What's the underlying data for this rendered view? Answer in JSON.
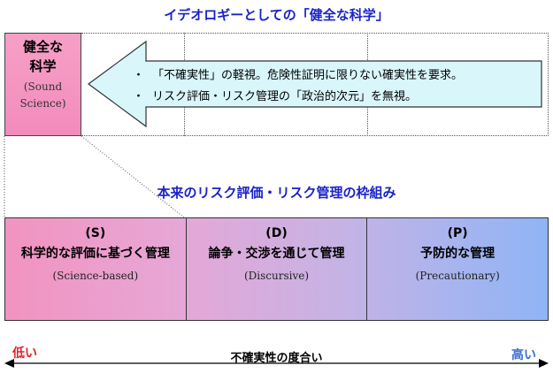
{
  "title_top": "イデオロギーとしての「健全な科学」",
  "title_mid": "本来のリスク評価・リスク管理の枠組み",
  "sound_science": {
    "line1": "健全な",
    "line2": "科学",
    "en1": "(Sound",
    "en2": "Science)"
  },
  "arrow": {
    "bullet_symbol": "・",
    "bullets": [
      "「不確実性」の軽視。危険性証明に限りない確実性を要求。",
      "リスク評価・リスク管理の「政治的次元」を無視。"
    ]
  },
  "columns": [
    {
      "letter": "(S)",
      "name": "科学的な評価に基づく管理",
      "en": "(Science-based)"
    },
    {
      "letter": "(D)",
      "name": "論争・交渉を通じて管理",
      "en": "(Discursive)"
    },
    {
      "letter": "(P)",
      "name": "予防的な管理",
      "en": "(Precautionary)"
    }
  ],
  "axis": {
    "low": "低い",
    "caption": "不確実性の度合い",
    "high": "高い"
  },
  "colors": {
    "title": "#1a23c8",
    "pink": "#f38bbd",
    "arrow_fill": "#d9f6fb",
    "low": "#e0202a",
    "high": "#3a6cd4"
  }
}
